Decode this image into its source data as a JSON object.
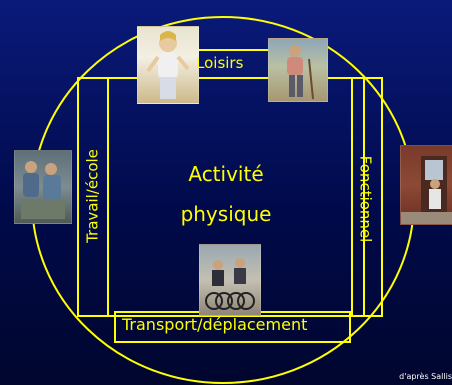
{
  "diagram": {
    "center_line1": "Activité",
    "center_line2": "physique",
    "domains": {
      "top": "Loisirs",
      "left": "Travail/école",
      "right": "Fonctionnel",
      "bottom": "Transport/déplacement"
    },
    "credit": "d'après Sallis"
  },
  "colors": {
    "accent": "#ffff00",
    "background_top": "#0a1a7a",
    "background_bottom": "#00062e"
  },
  "photos": [
    "photo-runner-woman",
    "photo-man-walking",
    "photo-workers-industrial",
    "photo-person-doorway",
    "photo-cyclists"
  ]
}
